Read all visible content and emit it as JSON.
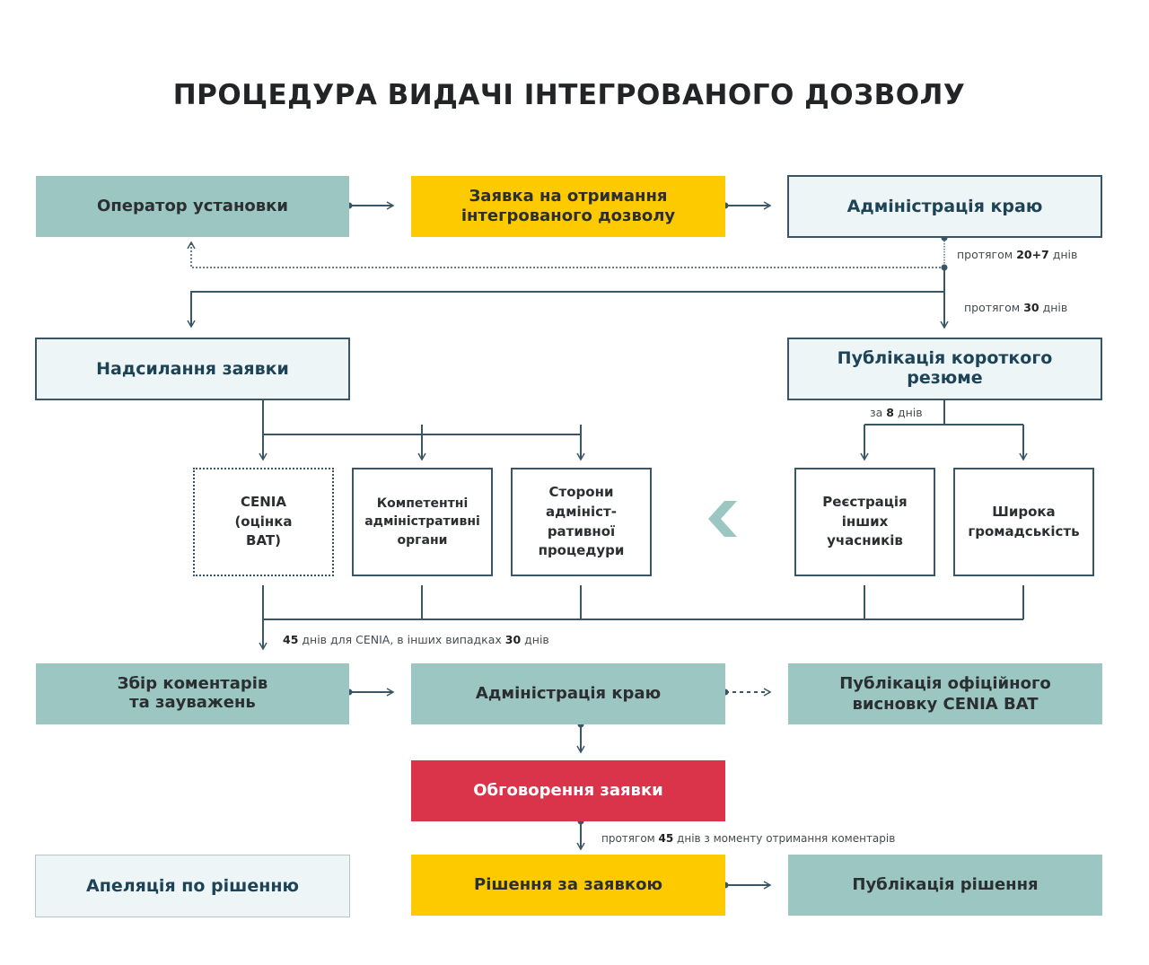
{
  "title": "ПРОЦЕДУРА ВИДАЧІ ІНТЕГРОВАНОГО ДОЗВОЛУ",
  "nodes": {
    "operator": "Оператор установки",
    "application": [
      "Заявка на отримання",
      "інтегрованого дозволу"
    ],
    "region_admin_top": "Адміністрація краю",
    "sending": "Надсилання заявки",
    "summary_publication": [
      "Публікація короткого",
      "резюме"
    ],
    "cenia": [
      "CENIA",
      "(оцінка",
      "BAT)"
    ],
    "competent_bodies": [
      "Компетентні",
      "адміністративні",
      "органи"
    ],
    "parties": [
      "Сторони",
      "адмініст-",
      "ративної",
      "процедури"
    ],
    "registration": [
      "Реєстрація",
      "інших",
      "учасників"
    ],
    "public": [
      "Широка",
      "громадськість"
    ],
    "comments": [
      "Збір коментарів",
      "та зауважень"
    ],
    "region_admin_bottom": "Адміністрація краю",
    "cenia_publication": [
      "Публікація офіційного",
      "висновку CENIA BAT"
    ],
    "discussion": "Обговорення заявки",
    "appeal": "Апеляція по рішенню",
    "decision": "Рішення за заявкою",
    "decision_publication": "Публікація рішення"
  },
  "notes": {
    "n1": {
      "pre": "протягом ",
      "bold": "20+7",
      "post": " днів"
    },
    "n2": {
      "pre": "протягом ",
      "bold": "30",
      "post": " днів"
    },
    "n3": {
      "pre": "за ",
      "bold": "8",
      "post": " днів"
    },
    "n4": {
      "bold1": "45",
      "mid": " днів для CENIA, в інших випадках ",
      "bold2": "30",
      "post": " днів"
    },
    "n5": {
      "pre": "протягом ",
      "bold": "45",
      "post": " днів з моменту отримання коментарів"
    }
  },
  "colors": {
    "teal": "#9bc6c1",
    "yellow": "#fdca00",
    "red": "#d9344a",
    "line": "#3a5666",
    "chevron": "#9bc6c1"
  },
  "icons": {
    "chevron": "chevron-left-icon"
  }
}
